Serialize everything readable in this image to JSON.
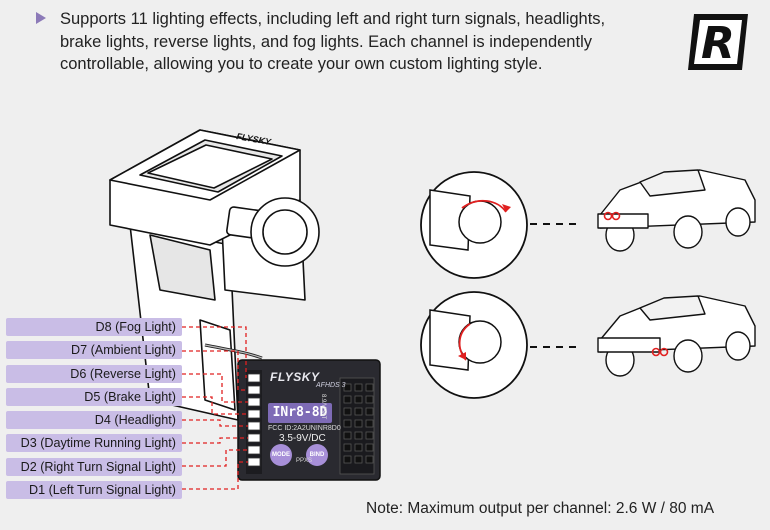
{
  "intro_text": "Supports 11 lighting effects, including left and right turn signals, headlights, brake lights, reverse lights, and fog lights. Each channel is independently controllable, allowing you to create your own custom lighting style.",
  "channels": [
    {
      "label": "D8 (Fog Light)"
    },
    {
      "label": "D7 (Ambient Light)"
    },
    {
      "label": "D6 (Reverse Light)"
    },
    {
      "label": "D5 (Brake Light)"
    },
    {
      "label": "D4 (Headlight)"
    },
    {
      "label": "D3 (Daytime Running Light)"
    },
    {
      "label": "D2 (Right Turn Signal Light)"
    },
    {
      "label": "D1 (Left Turn Signal Light)"
    }
  ],
  "receiver": {
    "brand": "FLYSKY",
    "tech": "AFHDS 3",
    "model": "INr8-8D",
    "fcc": "FCC ID:2A2UNINR8D0",
    "voltage": "3.5-9V/DC",
    "mode_label": "MODE",
    "bind_label": "BIND",
    "pps_label": "PPXS",
    "side_label": "8.9/VBAT"
  },
  "transmitter_brand": "FLYSKY",
  "badge_letter": "R",
  "footnote": "Note: Maximum output per channel: 2.6 W / 80 mA",
  "colors": {
    "accent_purple": "#8c7ab8",
    "label_fill": "#c9bde6",
    "signal_red": "#e02020"
  }
}
